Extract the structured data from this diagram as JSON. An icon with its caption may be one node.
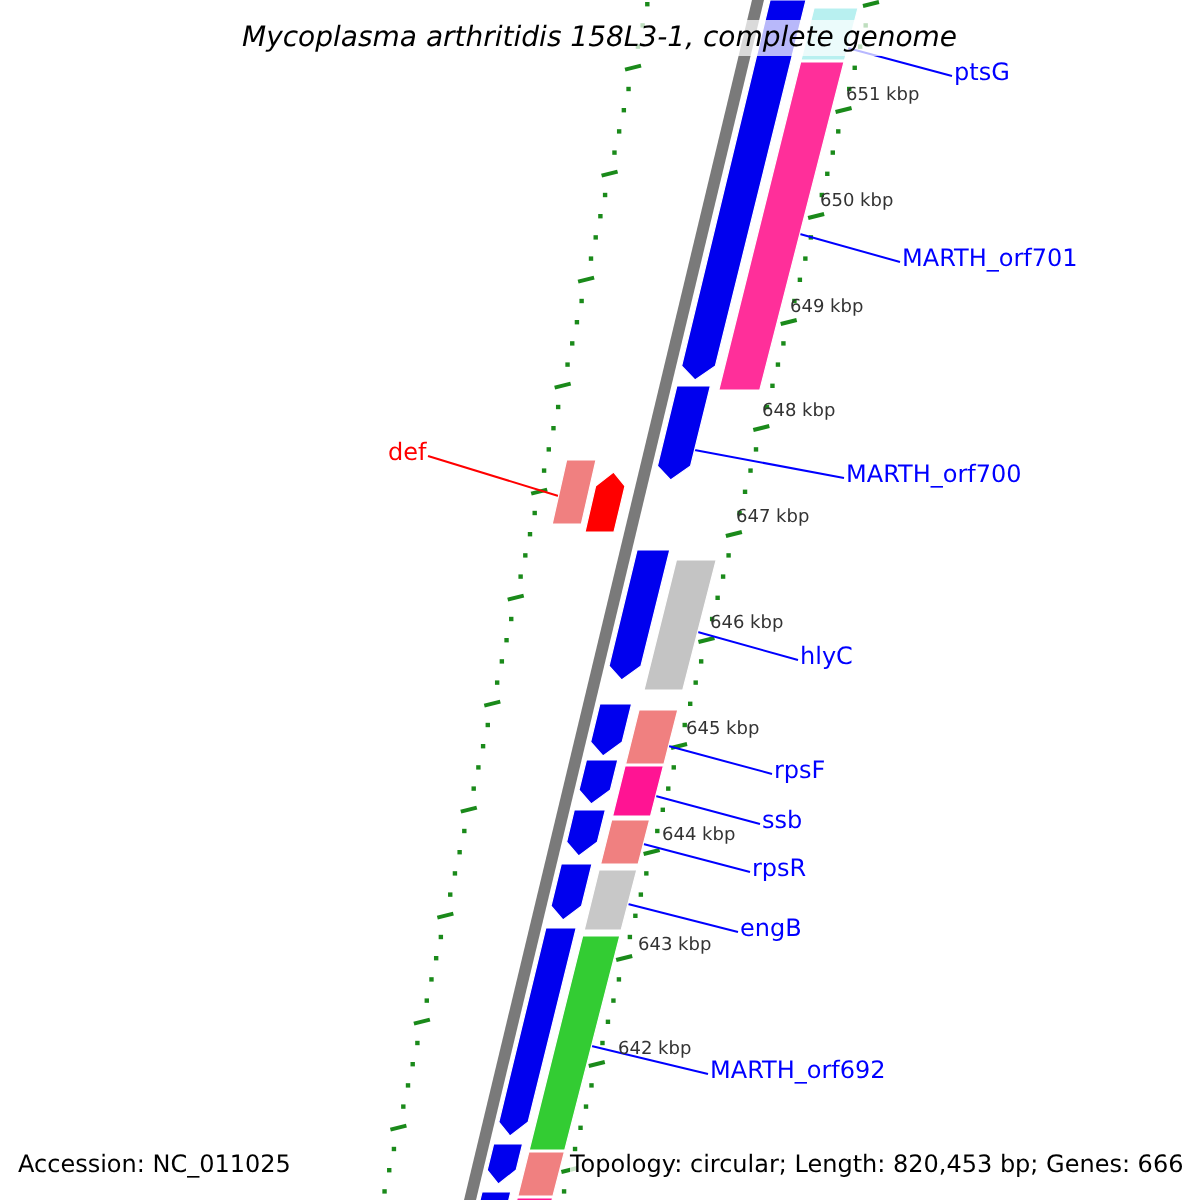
{
  "diagram": {
    "title": "Mycoplasma arthritidis 158L3-1, complete genome",
    "nodes": [
      {
        "text": [
          "ptsG"
        ]
      },
      {
        "text": [
          "MARTH_orf701"
        ]
      },
      {
        "text": [
          "MARTH_orf700"
        ]
      },
      {
        "text": [
          "def"
        ]
      },
      {
        "text": [
          "hlyC"
        ]
      },
      {
        "text": [
          "rpsF"
        ]
      },
      {
        "text": [
          "ssb"
        ]
      },
      {
        "text": [
          "rpsR"
        ]
      },
      {
        "text": [
          "engB"
        ]
      },
      {
        "text": [
          "MARTH_orf692"
        ]
      },
      {
        "text": [],
        "shape": "arrow"
      },
      {
        "text": [],
        "shape": "bar"
      },
      {
        "text": [],
        "shape": "bar"
      },
      {
        "text": [],
        "shape": "arrow"
      },
      {
        "text": [],
        "shape": "bar"
      },
      {
        "text": [],
        "shape": "arrow"
      },
      {
        "text": [],
        "shape": "arrow"
      },
      {
        "text": [],
        "shape": "bar"
      },
      {
        "text": [],
        "shape": "arrow"
      },
      {
        "text": [],
        "shape": "bar"
      },
      {
        "text": [],
        "shape": "arrow"
      },
      {
        "text": [],
        "shape": "bar"
      },
      {
        "text": [],
        "shape": "arrow"
      },
      {
        "text": [],
        "shape": "bar"
      },
      {
        "text": [],
        "shape": "arrow"
      },
      {
        "text": [],
        "shape": "bar"
      },
      {
        "text": [],
        "shape": "arrow"
      },
      {
        "text": [],
        "shape": "bar"
      },
      {
        "text": [],
        "shape": "arrow"
      },
      {
        "text": [],
        "shape": "bar"
      },
      {
        "text": [],
        "shape": "bar"
      },
      {
        "text": [],
        "shape": "bar"
      }
    ],
    "edges": [
      {
        "from": 0,
        "to": 11,
        "arrow": "none"
      },
      {
        "from": 1,
        "to": 12,
        "arrow": "none"
      },
      {
        "from": 2,
        "to": 13,
        "arrow": "none"
      },
      {
        "from": 3,
        "to": 14,
        "arrow": "none",
        "color": "#ff0000"
      },
      {
        "from": 4,
        "to": 17,
        "arrow": "none"
      },
      {
        "from": 5,
        "to": 19,
        "arrow": "none"
      },
      {
        "from": 6,
        "to": 21,
        "arrow": "none"
      },
      {
        "from": 7,
        "to": 23,
        "arrow": "none"
      },
      {
        "from": 8,
        "to": 25,
        "arrow": "none"
      },
      {
        "from": 9,
        "to": 27,
        "arrow": "none"
      }
    ],
    "labels": [
      "651 kbp",
      "650 kbp",
      "649 kbp",
      "648 kbp",
      "647 kbp",
      "646 kbp",
      "645 kbp",
      "644 kbp",
      "643 kbp",
      "642 kbp",
      "Accession: NC_011025",
      "Topology: circular; Length: 820,453 bp; Genes: 666"
    ]
  }
}
